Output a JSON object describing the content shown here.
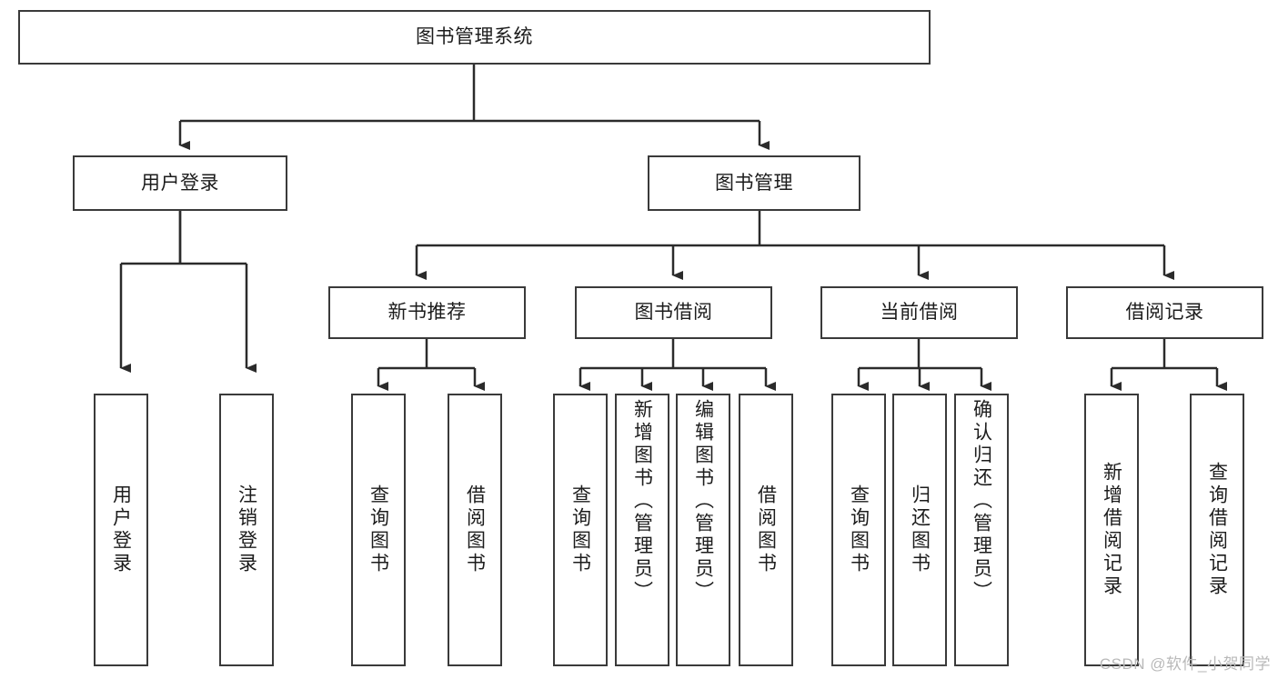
{
  "diagram": {
    "title": "图书管理系统",
    "type": "tree",
    "root": {
      "id": "root",
      "label": "图书管理系统"
    },
    "level2": [
      {
        "id": "user-login",
        "label": "用户登录"
      },
      {
        "id": "book-manage",
        "label": "图书管理"
      }
    ],
    "level3": [
      {
        "id": "new-book-rec",
        "label": "新书推荐"
      },
      {
        "id": "book-borrow",
        "label": "图书借阅"
      },
      {
        "id": "current-borrow",
        "label": "当前借阅"
      },
      {
        "id": "borrow-record",
        "label": "借阅记录"
      }
    ],
    "leaves": {
      "user_login": [
        {
          "id": "leaf-user-login",
          "label": "用户登录"
        },
        {
          "id": "leaf-logout",
          "label": "注销登录"
        }
      ],
      "new_book_rec": [
        {
          "id": "leaf-query-book-1",
          "label": "查询图书"
        },
        {
          "id": "leaf-borrow-book-1",
          "label": "借阅图书"
        }
      ],
      "book_borrow": [
        {
          "id": "leaf-query-book-2",
          "label": "查询图书"
        },
        {
          "id": "leaf-add-book",
          "label": "新增图书（管理员）"
        },
        {
          "id": "leaf-edit-book",
          "label": "编辑图书（管理员）"
        },
        {
          "id": "leaf-borrow-book-2",
          "label": "借阅图书"
        }
      ],
      "current_borrow": [
        {
          "id": "leaf-query-book-3",
          "label": "查询图书"
        },
        {
          "id": "leaf-return-book",
          "label": "归还图书"
        },
        {
          "id": "leaf-confirm-return",
          "label": "确认归还（管理员）"
        }
      ],
      "borrow_record": [
        {
          "id": "leaf-add-record",
          "label": "新增借阅记录"
        },
        {
          "id": "leaf-query-record",
          "label": "查询借阅记录"
        }
      ]
    },
    "colors": {
      "node_border": "#3a3a3a",
      "node_fill": "#ffffff",
      "edge": "#2b2b2b",
      "text": "#1c1c1c",
      "watermark": "#b9b9b9",
      "background": "#ffffff"
    }
  },
  "watermark": {
    "text": "CSDN @软件_小贺同学"
  }
}
